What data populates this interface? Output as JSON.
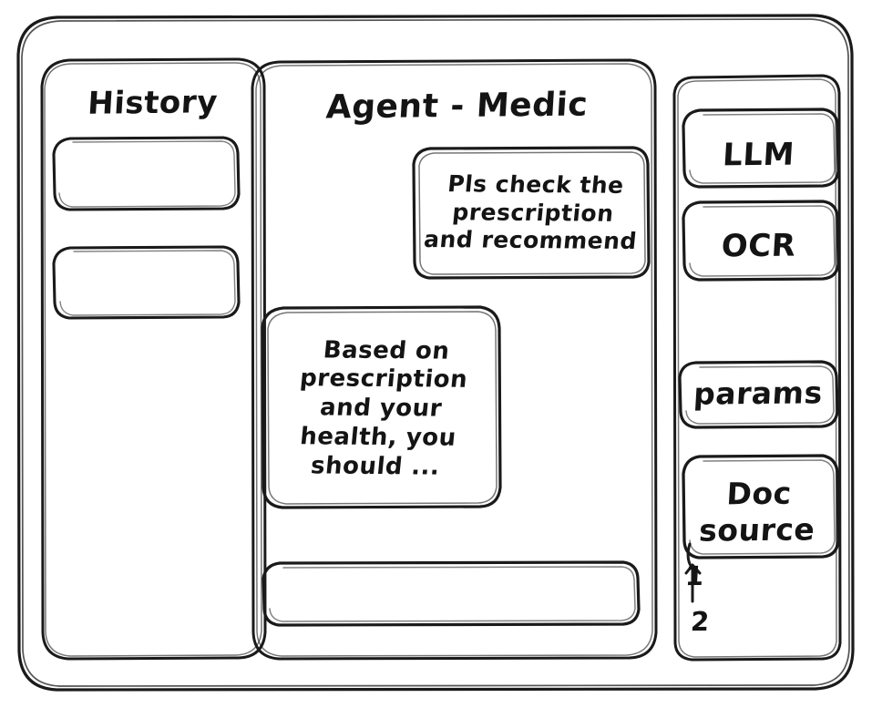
{
  "window": {
    "name": "agent-wireframe-window",
    "background": "#ffffff",
    "ink": "#1a1a1a"
  },
  "sidebar_left": {
    "title": "History",
    "items": [
      {
        "label": "",
        "name": "history-item-1"
      },
      {
        "label": "",
        "name": "history-item-2"
      }
    ]
  },
  "main": {
    "title": "Agent - Medic",
    "messages": [
      {
        "role": "user",
        "align": "right",
        "lines": [
          "Pls check the",
          "prescription",
          "and recommend"
        ]
      },
      {
        "role": "assistant",
        "align": "left",
        "lines": [
          "Based on",
          "prescription",
          "and your",
          "health, you",
          "should ..."
        ]
      }
    ],
    "composer": {
      "value": "",
      "placeholder": ""
    }
  },
  "sidebar_right": {
    "tools": [
      {
        "label": "LLM",
        "name": "tool-llm"
      },
      {
        "label": "OCR",
        "name": "tool-ocr"
      },
      {
        "label": "params",
        "name": "tool-params"
      }
    ],
    "doc_source": {
      "lines": [
        "Doc",
        "source"
      ],
      "items": [
        "1",
        "2"
      ]
    }
  }
}
